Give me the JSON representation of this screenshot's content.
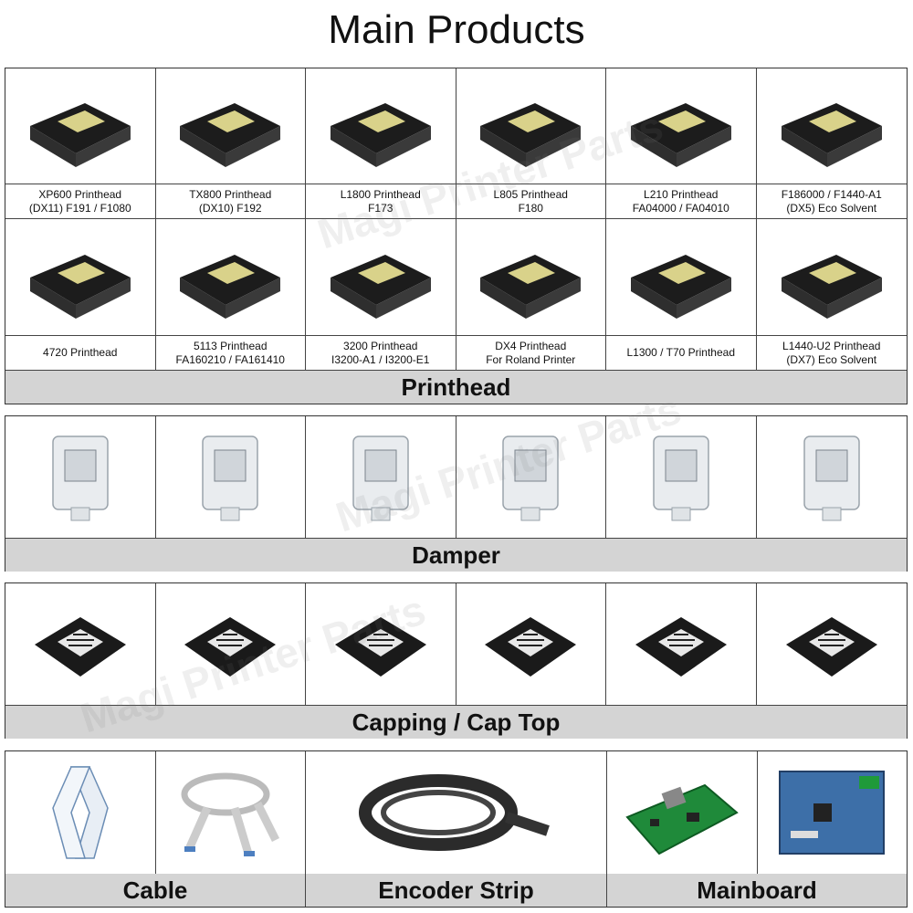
{
  "title": "Main Products",
  "watermark": "Magi Printer Parts",
  "printhead": {
    "label": "Printhead",
    "items": [
      {
        "line1": "XP600 Printhead",
        "line2": "(DX11) F191 / F1080",
        "icon": "printhead-icon"
      },
      {
        "line1": "TX800 Printhead",
        "line2": "(DX10) F192",
        "icon": "printhead-icon"
      },
      {
        "line1": "L1800 Printhead",
        "line2": "F173",
        "icon": "printhead-icon"
      },
      {
        "line1": "L805 Printhead",
        "line2": "F180",
        "icon": "printhead-icon"
      },
      {
        "line1": "L210 Printhead",
        "line2": "FA04000 / FA04010",
        "icon": "printhead-icon"
      },
      {
        "line1": "F186000 / F1440-A1",
        "line2": "(DX5) Eco Solvent",
        "icon": "printhead-icon"
      },
      {
        "line1": "4720 Printhead",
        "line2": "",
        "icon": "printhead-icon"
      },
      {
        "line1": "5113 Printhead",
        "line2": "FA160210 / FA161410",
        "icon": "printhead-icon"
      },
      {
        "line1": "3200 Printhead",
        "line2": "I3200-A1 / I3200-E1",
        "icon": "printhead-icon"
      },
      {
        "line1": "DX4 Printhead",
        "line2": "For Roland Printer",
        "icon": "printhead-icon"
      },
      {
        "line1": "L1300 / T70 Printhead",
        "line2": "",
        "icon": "printhead-icon"
      },
      {
        "line1": "L1440-U2 Printhead",
        "line2": "(DX7) Eco Solvent",
        "icon": "printhead-icon"
      }
    ]
  },
  "damper": {
    "label": "Damper",
    "items": [
      "damper-icon",
      "damper-icon",
      "damper-icon",
      "damper-icon",
      "damper-icon",
      "damper-icon"
    ]
  },
  "capping": {
    "label": "Capping / Cap Top",
    "items": [
      "capping-icon",
      "capping-icon",
      "capping-icon",
      "capping-icon",
      "capping-icon",
      "capping-icon"
    ]
  },
  "bottom": {
    "cable": {
      "label": "Cable"
    },
    "encoder": {
      "label": "Encoder Strip"
    },
    "mainboard": {
      "label": "Mainboard"
    }
  }
}
